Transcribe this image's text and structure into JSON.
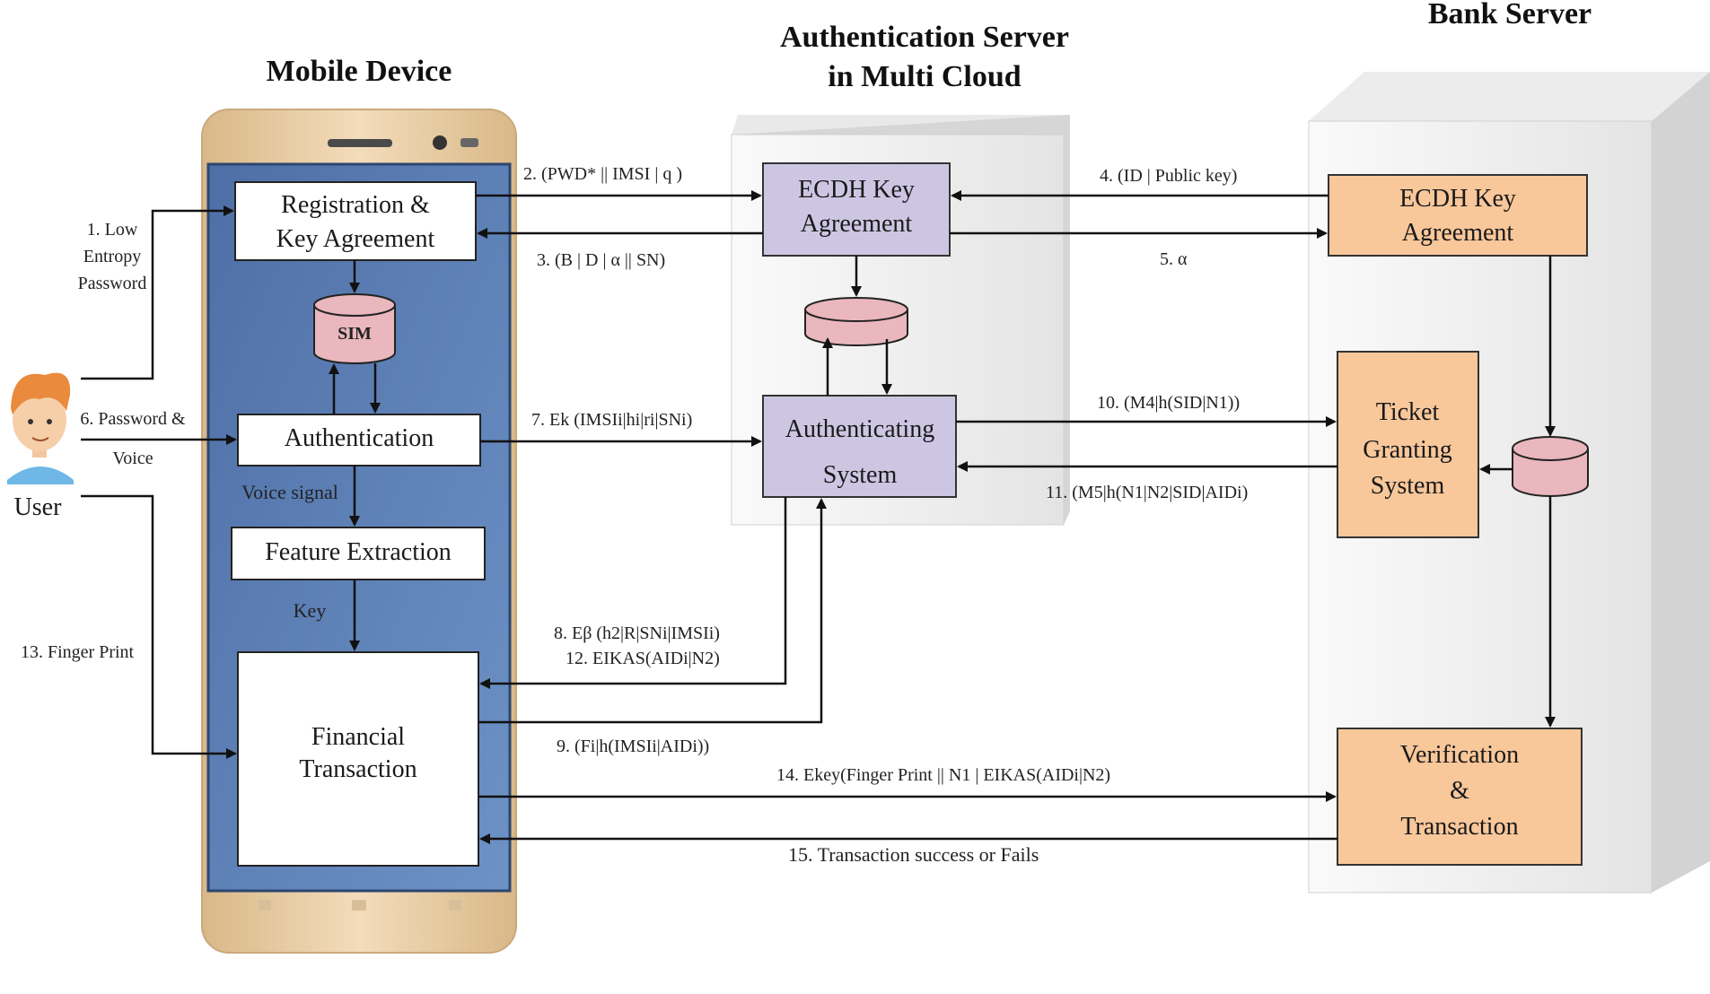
{
  "titles": {
    "mobile": "Mobile Device",
    "auth_line1": "Authentication Server",
    "auth_line2": "in Multi Cloud",
    "bank": "Bank Server"
  },
  "user": {
    "label": "User"
  },
  "mobile": {
    "reg_line1": "Registration &",
    "reg_line2": "Key Agreement",
    "sim": "SIM",
    "authentication": "Authentication",
    "voice_signal": "Voice signal",
    "feature_extraction": "Feature Extraction",
    "key": "Key",
    "fin_line1": "Financial",
    "fin_line2": "Transaction"
  },
  "auth_server": {
    "ecdh_line1": "ECDH Key",
    "ecdh_line2": "Agreement",
    "sys_line1": "Authenticating",
    "sys_line2": "System"
  },
  "bank_server": {
    "ecdh_line1": "ECDH Key",
    "ecdh_line2": "Agreement",
    "tgs_line1": "Ticket",
    "tgs_line2": "Granting",
    "tgs_line3": "System",
    "ver_line1": "Verification",
    "ver_line2": "&",
    "ver_line3": "Transaction"
  },
  "messages": {
    "m1_line1": "1. Low",
    "m1_line2": "Entropy",
    "m1_line3": "Password",
    "m2": "2. (PWD* || IMSI | q )",
    "m3": "3. (B | D | α || SN)",
    "m4": "4. (ID | Public key)",
    "m5": "5. α",
    "m6_line1": "6. Password &",
    "m6_line2": "Voice",
    "m7": "7. Ek (IMSIi|hi|ri|SNi)",
    "m8": "8. Eβ (h2|R|SNi|IMSIi)",
    "m9": "9. (Fi|h(IMSIi|AIDi))",
    "m10": "10. (M4|h(SID|N1))",
    "m11": "11. (M5|h(N1|N2|SID|AIDi)",
    "m12": "12. EIKAS(AIDi|N2)",
    "m13": "13. Finger Print",
    "m14": "14. Ekey(Finger Print || N1 | EIKAS(AIDi|N2)",
    "m15": "15. Transaction success or Fails"
  },
  "colors": {
    "phone_frame": "#e8c9a0",
    "phone_screen": "#5b7fb4",
    "auth_box": "#cdc6e3",
    "bank_box": "#f8c79a",
    "db_fill": "#e9b7bd",
    "server_face": "#f2f2f2"
  }
}
